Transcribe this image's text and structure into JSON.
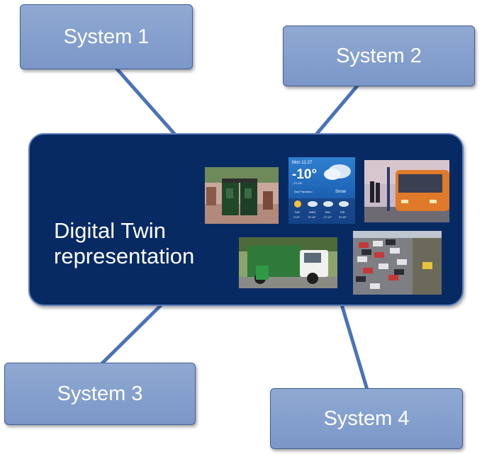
{
  "systems": [
    {
      "label": "System 1"
    },
    {
      "label": "System 2"
    },
    {
      "label": "System 3"
    },
    {
      "label": "System 4"
    }
  ],
  "twin": {
    "label_line1": "Digital Twin",
    "label_line2": "representation"
  },
  "weather_widget": {
    "date": "Mon 12.27",
    "temperature": "-10°",
    "range": "-2°/-16°",
    "location": "San Francisco",
    "condition": "Snow",
    "days": [
      "TUE",
      "WED",
      "THU",
      "FRI"
    ],
    "day_ranges": [
      "1°/-8°",
      "5°/-10°",
      "-2°/-12°",
      "3°/-15°"
    ]
  },
  "colors": {
    "system_box": "#809cca",
    "connector": "#4a72b8",
    "twin_background": "#082a63"
  }
}
